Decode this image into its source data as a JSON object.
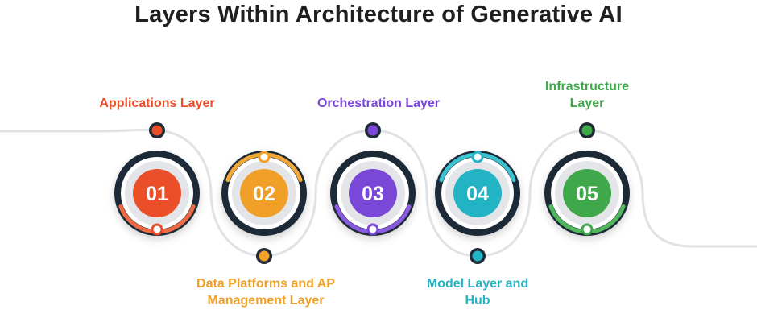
{
  "title": "Layers Within Architecture of Generative AI",
  "steps": [
    {
      "number": "01",
      "label_lines": [
        "Applications Layer"
      ],
      "color": "#ea4f2a",
      "arc_color": "#ef6a43"
    },
    {
      "number": "02",
      "label_lines": [
        "Data Platforms and AP",
        "Management Layer"
      ],
      "color": "#f0a027",
      "arc_color": "#f2a93a"
    },
    {
      "number": "03",
      "label_lines": [
        "Orchestration Layer"
      ],
      "color": "#7b47d6",
      "arc_color": "#8a5ae0"
    },
    {
      "number": "04",
      "label_lines": [
        "Model Layer and",
        "Hub"
      ],
      "color": "#22b3c4",
      "arc_color": "#3cc3d2"
    },
    {
      "number": "05",
      "label_lines": [
        "Infrastructure",
        "Layer"
      ],
      "color": "#3fa84a",
      "arc_color": "#52b85c"
    }
  ],
  "colors": {
    "ring_dark": "#1f2a37",
    "ring_fill": "#ffffff",
    "inner_grey": "#e3e5e8",
    "connector": "#e0e2e5",
    "title": "#1f1f1f"
  }
}
